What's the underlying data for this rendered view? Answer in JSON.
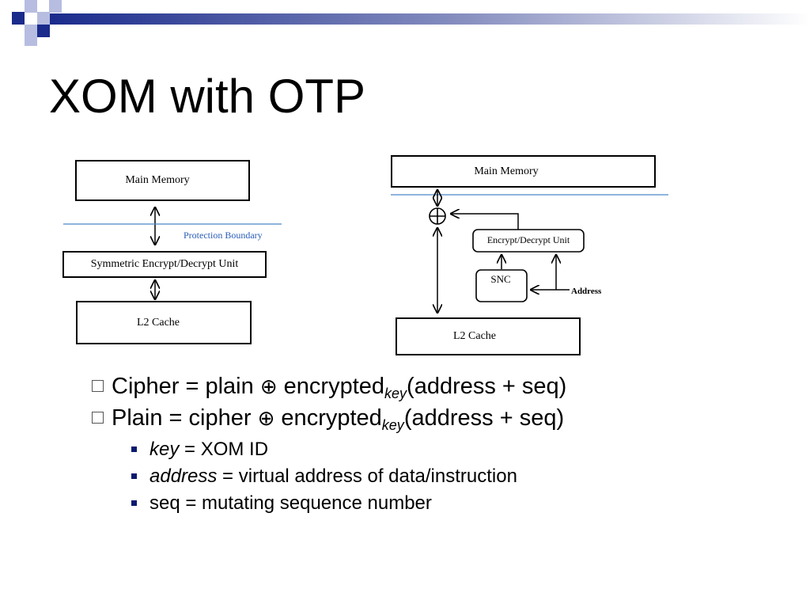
{
  "slide": {
    "title": "XOM with OTP"
  },
  "left_diagram": {
    "main_memory": "Main Memory",
    "protection_boundary": "Protection Boundary",
    "symmetric_unit": "Symmetric Encrypt/Decrypt Unit",
    "l2_cache": "L2 Cache"
  },
  "right_diagram": {
    "main_memory": "Main Memory",
    "encrypt_decrypt_unit": "Encrypt/Decrypt Unit",
    "snc": "SNC",
    "address": "Address",
    "l2_cache": "L2 Cache",
    "xor_symbol": "⊕"
  },
  "bullets": {
    "cipher": {
      "prefix": "Cipher = plain ",
      "op": "⊕",
      "mid": " encrypted",
      "sub": "key",
      "suffix": "(address + seq)"
    },
    "plain": {
      "prefix": "Plain = cipher ",
      "op": "⊕",
      "mid": " encrypted",
      "sub": "key",
      "suffix": "(address + seq)"
    },
    "sub_items": [
      {
        "term": "key",
        "rest": " = XOM ID"
      },
      {
        "term": "address",
        "rest": " = virtual address of data/instruction"
      },
      {
        "term": "",
        "rest": "seq = mutating sequence number"
      }
    ]
  },
  "colors": {
    "accent": "#1a2b8c",
    "boundary_line": "#4a86c8",
    "boundary_text": "#2a5cb8"
  }
}
